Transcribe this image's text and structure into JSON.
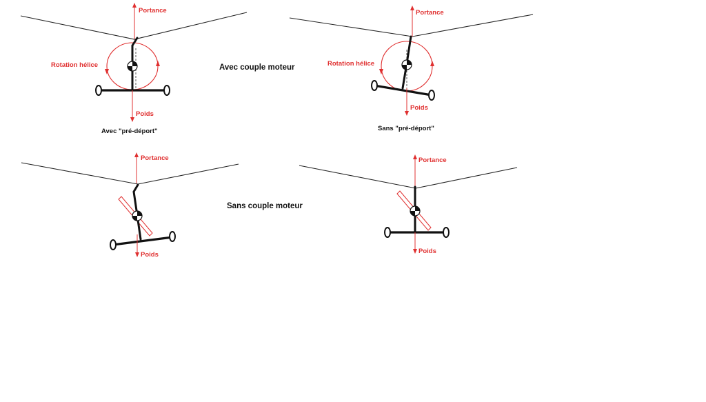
{
  "titles": {
    "with_torque": "Avec couple moteur",
    "without_torque": "Sans couple moteur"
  },
  "labels": {
    "lift": "Portance",
    "weight": "Poids",
    "prop_rotation": "Rotation hélice"
  },
  "captions": {
    "with_pre_offset": "Avec \"pré-déport\"",
    "without_pre_offset": "Sans \"pré-déport\""
  },
  "colors": {
    "force_color": "#e03030",
    "structure_color": "#111111"
  }
}
